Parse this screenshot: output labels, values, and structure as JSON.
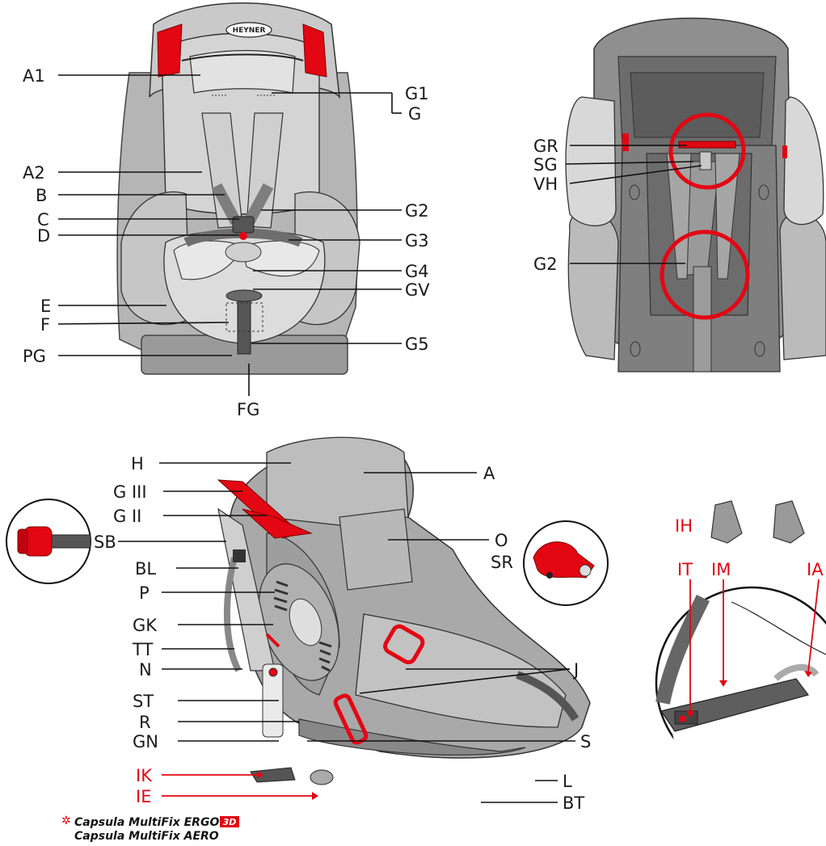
{
  "labels": {
    "A1": "A1",
    "A2": "A2",
    "B": "B",
    "C": "C",
    "D": "D",
    "E": "E",
    "F": "F",
    "PG": "PG",
    "FG": "FG",
    "G1": "G1",
    "G": "G",
    "G2": "G2",
    "G3": "G3",
    "G4": "G4",
    "GV": "GV",
    "G5": "G5",
    "GR": "GR",
    "SG": "SG",
    "VH": "VH",
    "G2b": "G2",
    "H": "H",
    "A": "A",
    "GIII": "G III",
    "GII": "G II",
    "SB": "SB",
    "O": "O",
    "BL": "BL",
    "SR": "SR",
    "P": "P",
    "GK": "GK",
    "TT": "TT",
    "N": "N",
    "J": "J",
    "ST": "ST",
    "R": "R",
    "GN": "GN",
    "S": "S",
    "IK": "IK",
    "IE": "IE",
    "L": "L",
    "BT": "BT",
    "IH": "IH",
    "IT": "IT",
    "IM": "IM",
    "IA": "IA"
  },
  "logo_text": "HEYNER",
  "models": {
    "asterisk": "✲",
    "line1": "Capsula MultiFix ERGO",
    "badge": "3D",
    "line2": "Capsula MultiFix AERO"
  },
  "colors": {
    "accent_red": "#e30613",
    "shell_dark": "#8f8f8f",
    "shell_mid": "#b3b3b3",
    "cover_light": "#d6d6d6",
    "strap_gray": "#8a8a8a"
  }
}
